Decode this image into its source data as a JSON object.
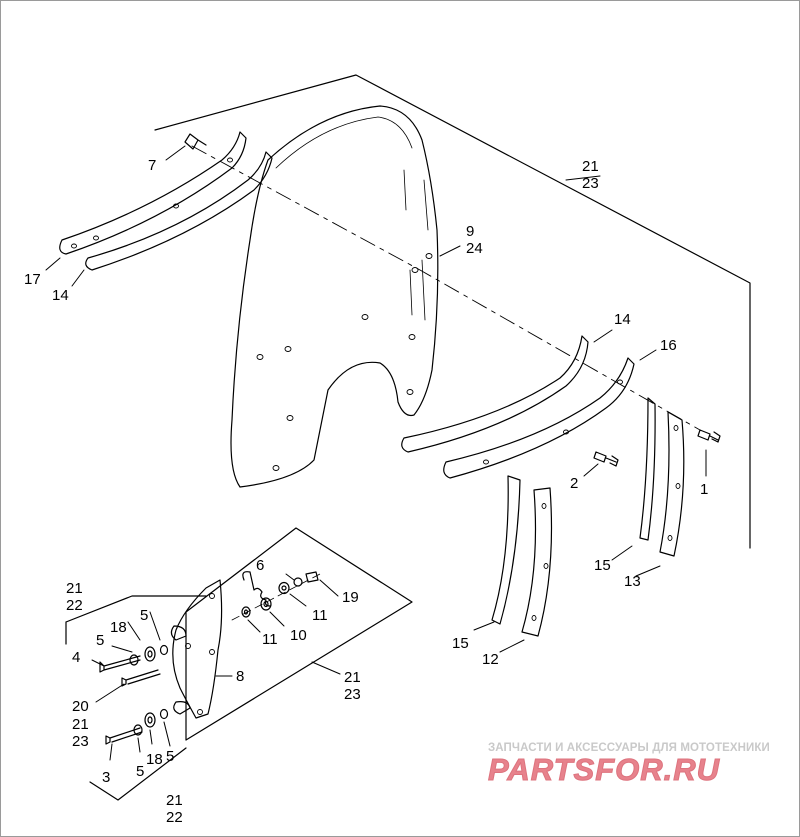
{
  "callouts": {
    "c7": "7",
    "c17": "17",
    "c14a": "14",
    "c21a": "21",
    "c23a": "23",
    "c9": "9",
    "c24": "24",
    "c14b": "14",
    "c16": "16",
    "c2": "2",
    "c1": "1",
    "c15a": "15",
    "c13": "13",
    "c15b": "15",
    "c12": "12",
    "c6": "6",
    "c19": "19",
    "c11a": "11",
    "c10": "10",
    "c11b": "11",
    "c8": "8",
    "c21b": "21",
    "c22b": "22",
    "c18a": "18",
    "c5a": "5",
    "c5b": "5",
    "c4": "4",
    "c21c": "21",
    "c23c": "23",
    "c20": "20",
    "c21d": "21",
    "c23d": "23",
    "c3": "3",
    "c5c": "5",
    "c18b": "18",
    "c5d": "5",
    "c21e": "21",
    "c22e": "22"
  },
  "watermark": {
    "subtitle": "ЗАПЧАСТИ И АКСЕССУАРЫ ДЛЯ МОТОТЕХНИКИ",
    "logo": "PARTSFOR.RU"
  }
}
